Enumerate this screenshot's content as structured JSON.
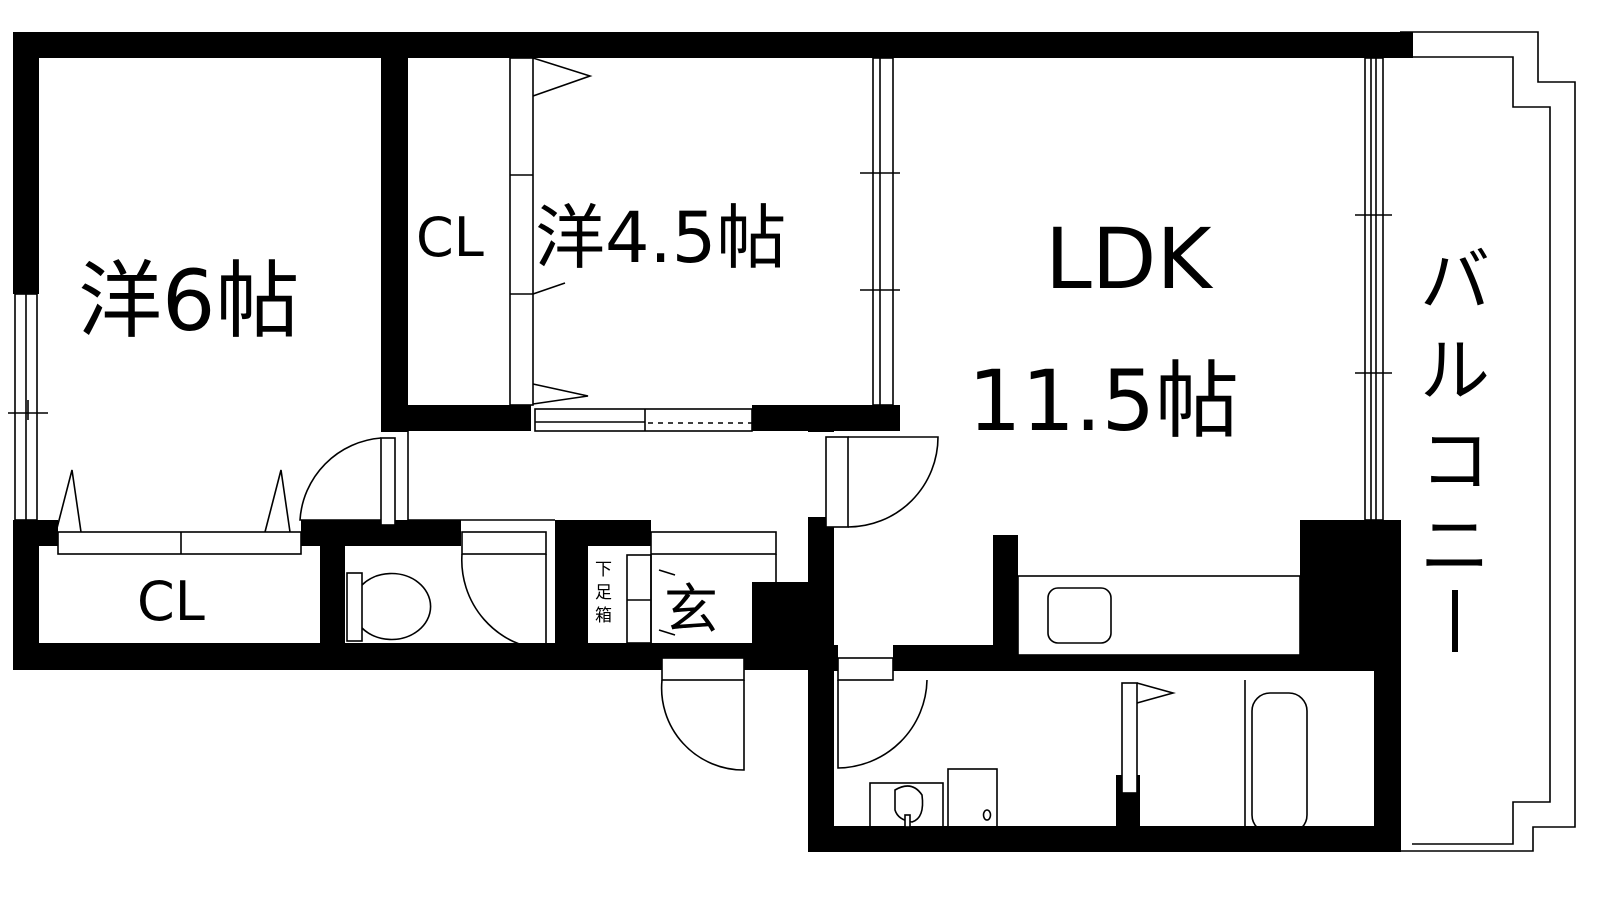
{
  "floor_plan": {
    "layout_type": "2LDK",
    "rooms": [
      {
        "id": "western-6",
        "label": "洋6帖"
      },
      {
        "id": "western-4-5",
        "label": "洋4.5帖"
      },
      {
        "id": "ldk",
        "label_line1": "LDK",
        "label_line2": "11.5帖"
      },
      {
        "id": "closet-top",
        "label": "CL"
      },
      {
        "id": "closet-bottom",
        "label": "CL"
      },
      {
        "id": "entrance",
        "label": "玄"
      },
      {
        "id": "shoe-box",
        "label_chars": [
          "下",
          "足",
          "箱"
        ]
      },
      {
        "id": "balcony",
        "label_chars": [
          "バ",
          "ル",
          "コ",
          "ニ",
          "ー"
        ]
      }
    ],
    "fixtures": [
      "toilet",
      "kitchen-sink",
      "wash-basin",
      "washing-machine-pan",
      "bathtub"
    ],
    "colors": {
      "wall": "#000000",
      "background": "#ffffff",
      "line": "#000000"
    }
  }
}
